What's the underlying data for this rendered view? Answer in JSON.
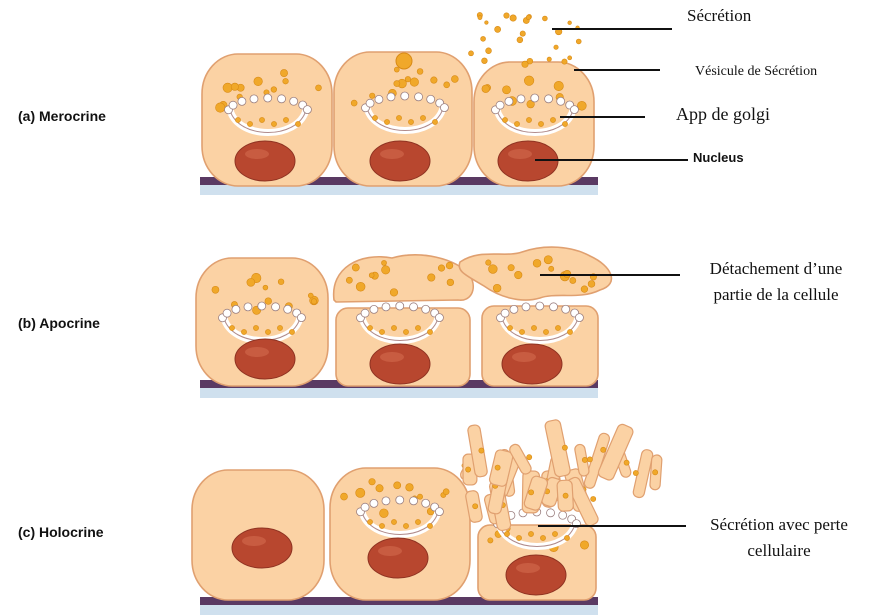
{
  "rows": [
    {
      "label": "(a) Merocrine"
    },
    {
      "label": "(b) Apocrine"
    },
    {
      "label": "(c) Holocrine"
    }
  ],
  "callouts": {
    "secretion": "Sécrétion",
    "vesicle": "Vésicule de Sécrétion",
    "golgi": "App de golgi",
    "nucleus": "Nucleus",
    "apocrine_line1": "Détachement d’une",
    "apocrine_line2": "partie de la cellule",
    "holocrine_line1": "Sécrétion avec perte",
    "holocrine_line2": "cellulaire"
  },
  "colors": {
    "cell_fill": "#fbd2a4",
    "cell_stroke": "#e0a070",
    "membrane": "#5a3a63",
    "nucleus": "#b8472f",
    "vesicle": "#f0a82a",
    "golgi": "#ffffff",
    "shadow": "#cfe0ee"
  }
}
